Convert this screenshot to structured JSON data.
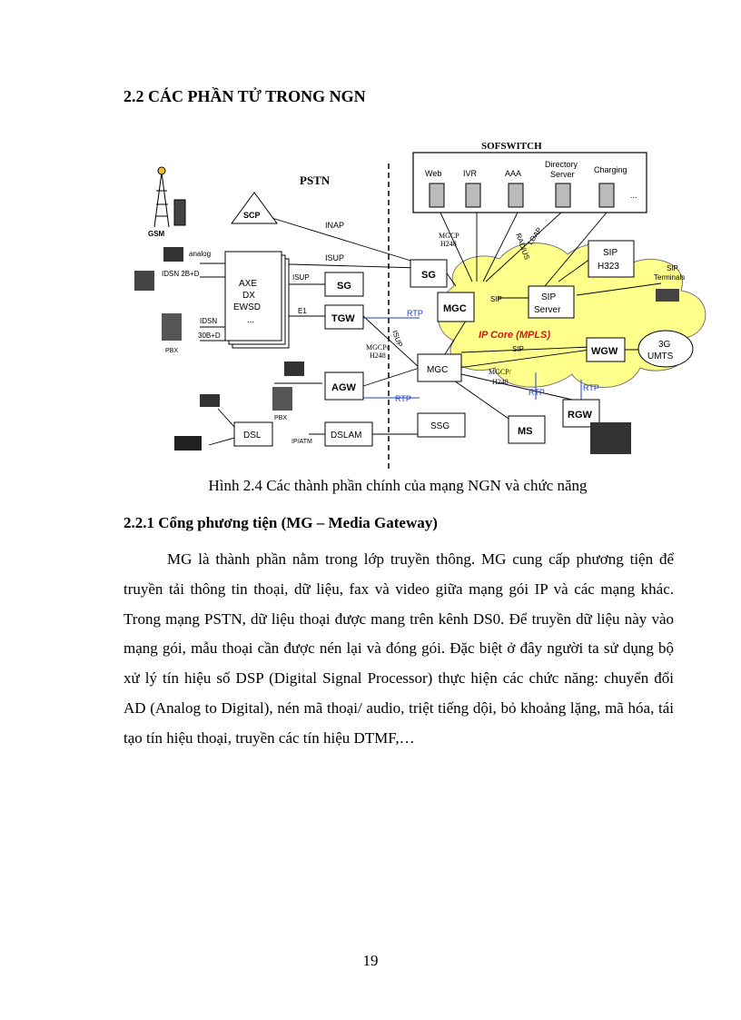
{
  "section_heading": "2.2  CÁC PHẦN TỬ TRONG NGN",
  "figure": {
    "labels": {
      "softswitch": "SOFSWITCH",
      "pstn": "PSTN",
      "web": "Web",
      "ivr": "IVR",
      "aaa": "AAA",
      "directory_server_1": "Directory",
      "directory_server_2": "Server",
      "charging": "Charging",
      "dots": "...",
      "gsm": "GSM",
      "scp": "SCP",
      "inap": "INAP",
      "isup1": "ISUP",
      "isup2": "ISUP",
      "isup3": "ISUP",
      "analog": "analog",
      "idsn_2bd": "IDSN 2B+D",
      "idsn": "IDSN",
      "idsn_30bd": "30B+D",
      "pbx": "PBX",
      "pbx2": "PBX",
      "switch_1": "AXE",
      "switch_2": "DX",
      "switch_3": "EWSD",
      "switch_4": "...",
      "e1": "E1",
      "sg_small": "SG",
      "sg": "SG",
      "tgw": "TGW",
      "rtp1": "RTP",
      "rtp2": "RTP",
      "rtp3": "RTP",
      "rtp4": "RTP",
      "mgc_top": "MGC",
      "mgc_mid": "MGC",
      "mgcp_h248_1a": "MGCP",
      "mgcp_h248_1b": "H248",
      "mgcp_h248_2a": "MGCP/",
      "mgcp_h248_2b": "H248",
      "mgcp_h248_3a": "MGCP/",
      "mgcp_h248_3b": "H248",
      "radius": "RADIUS",
      "ldap": "LDAP",
      "sip1": "SIP",
      "sip2": "SIP",
      "sip_server_1": "SIP",
      "sip_server_2": "Server",
      "sip_h323_1": "SIP",
      "sip_h323_2": "H323",
      "sip_terminals_1": "SIP",
      "sip_terminals_2": "Terminals",
      "ip_core": "IP Core (MPLS)",
      "wgw": "WGW",
      "umts_1": "3G",
      "umts_2": "UMTS",
      "agw": "AGW",
      "dsl": "DSL",
      "ip_atm": "IP/ATM",
      "dslam": "DSLAM",
      "ssg": "SSG",
      "ms": "MS",
      "rgw": "RGW"
    },
    "colors": {
      "accent_blue": "#1a3fd1",
      "cloud_yellow": "#ffff8c",
      "ip_core_red": "#d21414"
    }
  },
  "caption": "Hình 2.4   Các thành phần chính của mạng NGN và chức năng",
  "subsection_heading": "2.2.1 Cổng phương tiện (MG – Media Gateway)",
  "paragraph": "MG là thành phần nằm trong lớp truyền thông. MG cung cấp phương tiện để truyền tải thông tin thoại, dữ liệu, fax và video giữa mạng gói IP và các mạng khác. Trong mạng PSTN, dữ liệu thoại được mang trên kênh DS0. Để truyền dữ liệu này vào mạng gói, mẫu thoại cần được nén lại và đóng gói. Đặc biệt ở đây người ta sử dụng bộ xử lý tín hiệu số DSP (Digital Signal Processor) thực hiện các chức năng: chuyển đổi AD (Analog to Digital), nén mã thoại/ audio, triệt tiếng dội, bỏ khoảng lặng, mã hóa, tái tạo tín hiệu thoại, truyền các tín hiệu DTMF,…",
  "page_number": "19"
}
